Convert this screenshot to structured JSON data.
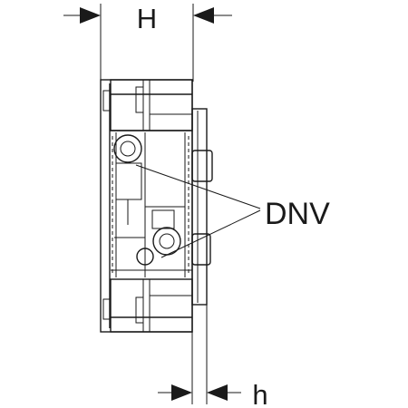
{
  "dimensions": {
    "top_label": "H",
    "bottom_label": "h"
  },
  "callout": {
    "label": "DNV"
  }
}
